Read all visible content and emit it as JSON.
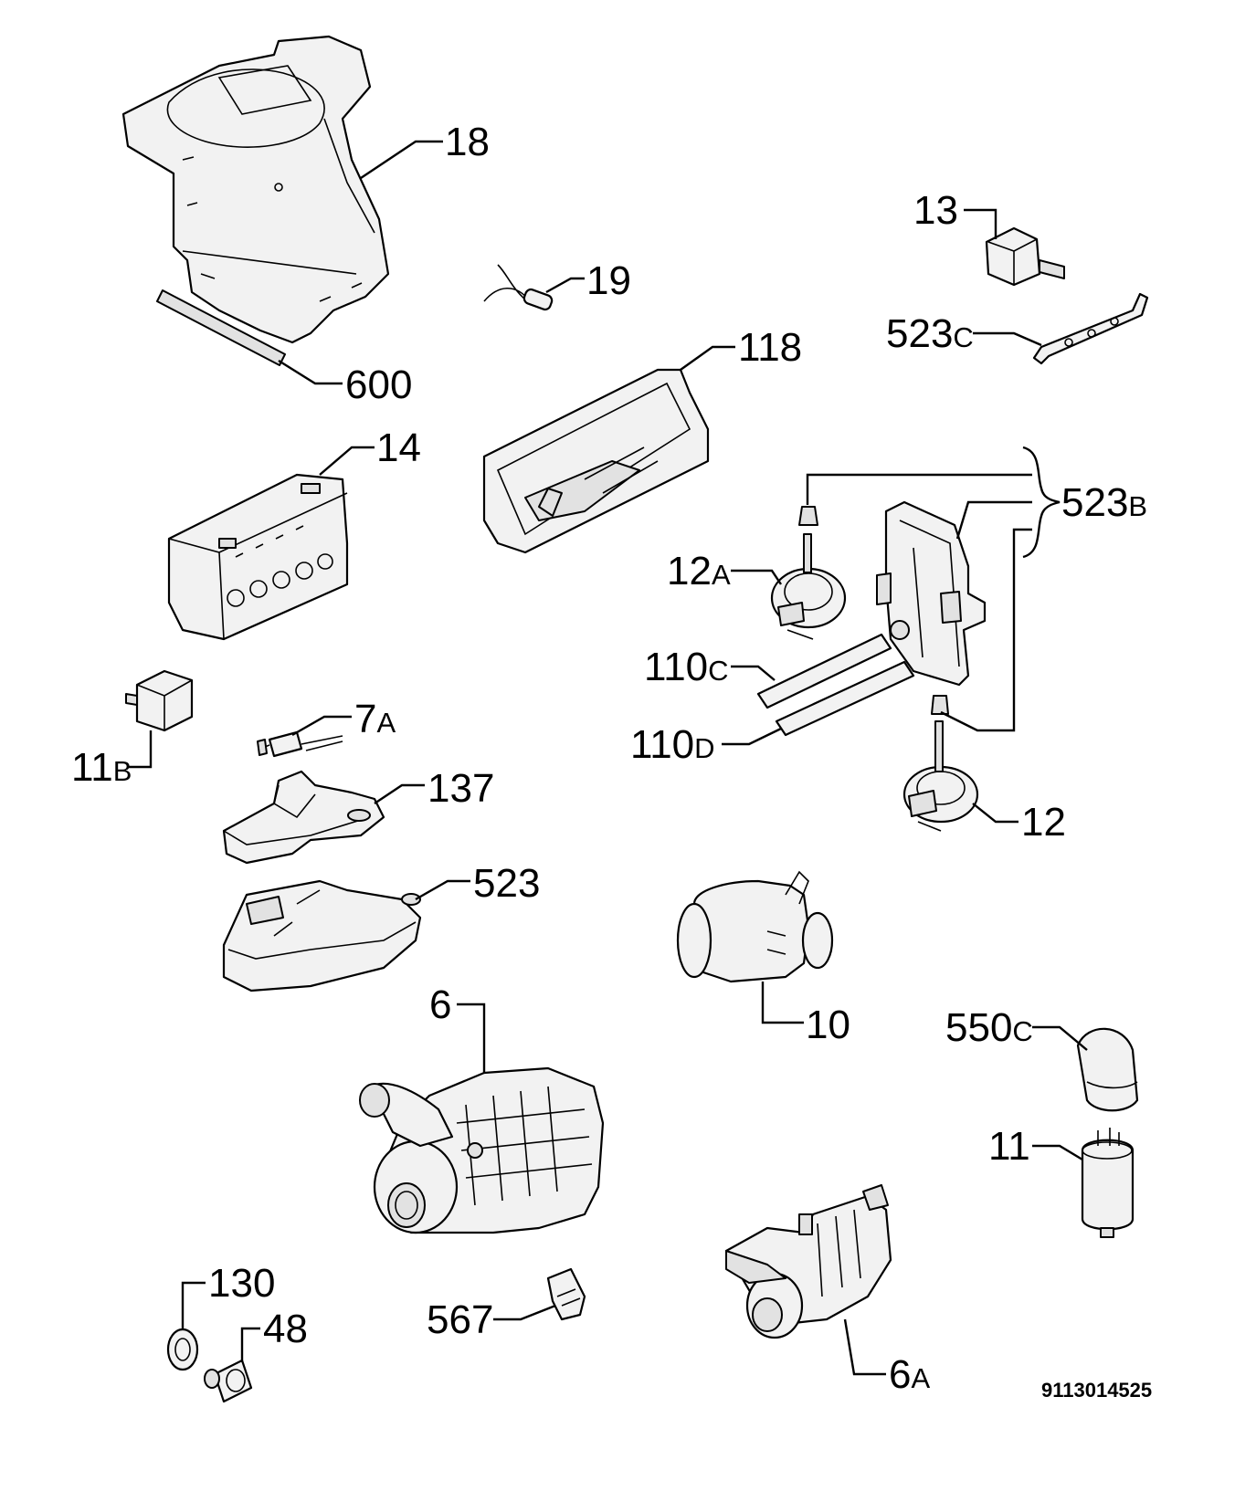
{
  "labels": {
    "p18": {
      "num": "18",
      "suffix": ""
    },
    "p600": {
      "num": "600",
      "suffix": ""
    },
    "p19": {
      "num": "19",
      "suffix": ""
    },
    "p13": {
      "num": "13",
      "suffix": ""
    },
    "p523c": {
      "num": "523",
      "suffix": "C"
    },
    "p118": {
      "num": "118",
      "suffix": ""
    },
    "p14": {
      "num": "14",
      "suffix": ""
    },
    "p523b": {
      "num": "523",
      "suffix": "B"
    },
    "p12a": {
      "num": "12",
      "suffix": "A"
    },
    "p110c": {
      "num": "110",
      "suffix": "C"
    },
    "p110d": {
      "num": "110",
      "suffix": "D"
    },
    "p11b": {
      "num": "11",
      "suffix": "B"
    },
    "p7a": {
      "num": "7",
      "suffix": "A"
    },
    "p137": {
      "num": "137",
      "suffix": ""
    },
    "p12": {
      "num": "12",
      "suffix": ""
    },
    "p523": {
      "num": "523",
      "suffix": ""
    },
    "p10": {
      "num": "10",
      "suffix": ""
    },
    "p6": {
      "num": "6",
      "suffix": ""
    },
    "p550c": {
      "num": "550",
      "suffix": "C"
    },
    "p11": {
      "num": "11",
      "suffix": ""
    },
    "p130": {
      "num": "130",
      "suffix": ""
    },
    "p48": {
      "num": "48",
      "suffix": ""
    },
    "p567": {
      "num": "567",
      "suffix": ""
    },
    "p6a": {
      "num": "6",
      "suffix": "A"
    }
  },
  "diagram_code": "9113014525"
}
